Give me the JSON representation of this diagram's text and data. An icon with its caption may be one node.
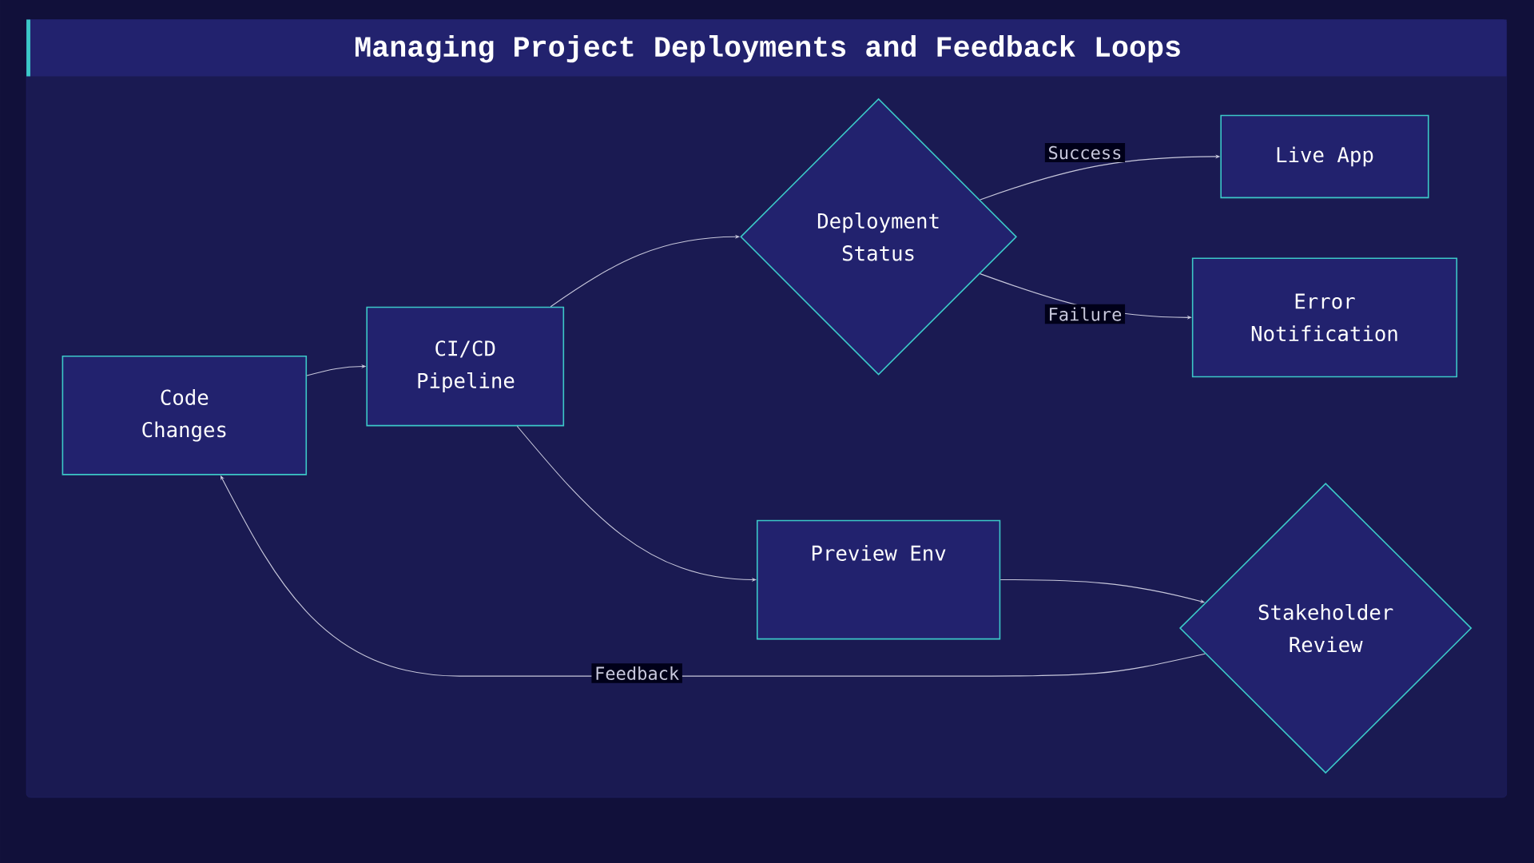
{
  "diagram": {
    "title": "Managing Project Deployments and Feedback Loops",
    "nodes": [
      {
        "text": [
          "Code Changes"
        ]
      },
      {
        "text": [
          "CI/CD Pipeline"
        ]
      },
      {
        "text": [
          "Deployment Status"
        ]
      },
      {
        "text": [
          "Live App"
        ]
      },
      {
        "text": [
          "Error Notification"
        ]
      },
      {
        "text": [
          "Preview Env"
        ]
      },
      {
        "text": [
          "Stakeholder Review"
        ]
      }
    ],
    "edges": [
      {
        "from": 0,
        "to": 1,
        "arrow": "to"
      },
      {
        "from": 1,
        "to": 2,
        "arrow": "to"
      },
      {
        "from": 2,
        "to": 3,
        "arrow": "to",
        "label": "Success"
      },
      {
        "from": 2,
        "to": 4,
        "arrow": "to",
        "label": "Failure"
      },
      {
        "from": 1,
        "to": 5,
        "arrow": "to"
      },
      {
        "from": 5,
        "to": 6,
        "arrow": "to"
      },
      {
        "from": 6,
        "to": 0,
        "arrow": "to",
        "label": "Feedback"
      }
    ]
  }
}
